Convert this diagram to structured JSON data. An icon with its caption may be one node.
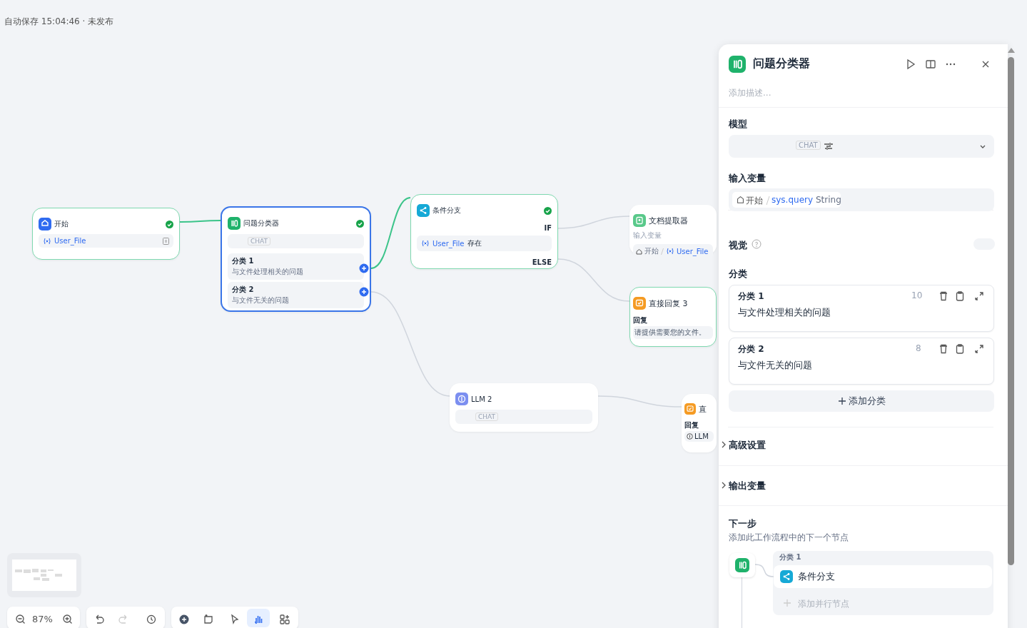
{
  "diagram": {
    "nodes": [
      {
        "text": [
          "开始",
          "User_File"
        ]
      },
      {
        "text": [
          "问题分类器",
          "CHAT",
          "分类 1",
          "与文件处理相关的问题",
          "分类 2",
          "与文件无关的问题"
        ]
      },
      {
        "text": [
          "条件分支",
          "IF",
          "User_File",
          "存在",
          "ELSE"
        ]
      },
      {
        "text": [
          "文档提取器",
          "输入变量",
          "开始",
          "User_File"
        ]
      },
      {
        "text": [
          "直接回复 3",
          "回复",
          "请提供需要您的文件。"
        ]
      },
      {
        "text": [
          "LLM 2",
          "CHAT"
        ]
      },
      {
        "text": [
          "直",
          "回复",
          "LLM"
        ]
      },
      {
        "text": [],
        "shape": "box"
      },
      {
        "text": [
          "条件分支"
        ],
        "beside": [
          "分类 1"
        ]
      }
    ],
    "edges": [
      {
        "from": 0,
        "to": 1,
        "arrow": "none",
        "color": "#3cc48a"
      },
      {
        "from": 1,
        "to": 2,
        "arrow": "none",
        "color": "#3cc48a"
      },
      {
        "from": 1,
        "to": 5,
        "arrow": "none"
      },
      {
        "from": 2,
        "to": 3,
        "arrow": "none"
      },
      {
        "from": 2,
        "to": 4,
        "arrow": "none"
      },
      {
        "from": 5,
        "to": 6,
        "arrow": "none"
      },
      {
        "from": 7,
        "to": 8,
        "arrow": "none"
      }
    ],
    "labels": [
      "自动保存 15:04:46 · 未发布",
      "问题分类器",
      "添加描述...",
      "模型",
      "CHAT",
      "输入变量",
      "开始",
      "sys.query",
      "String",
      "视觉",
      "分类",
      "分类 1",
      "10",
      "与文件处理相关的问题",
      "分类 2",
      "8",
      "与文件无关的问题",
      "添加分类",
      "高级设置",
      "输出变量",
      "下一步",
      "添加此工作流程中的下一个节点",
      "添加并行节点",
      "87%"
    ]
  }
}
